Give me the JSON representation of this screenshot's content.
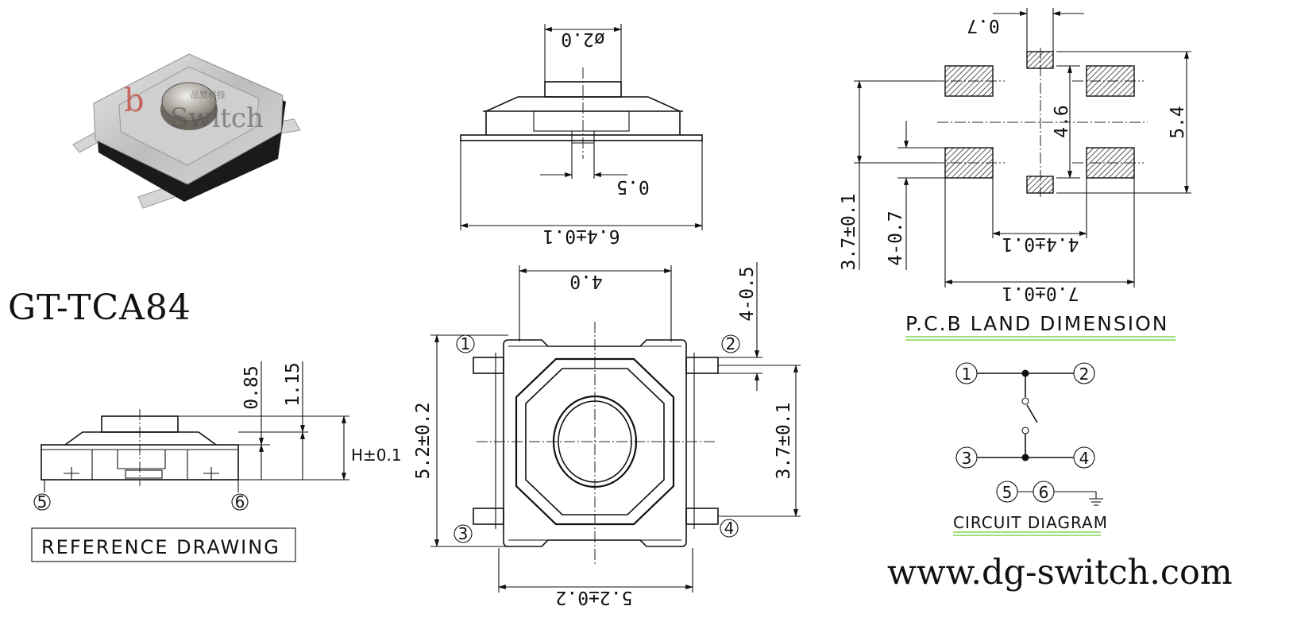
{
  "part_number": "GT-TCA84",
  "website": "www.dg-switch.com",
  "photo": {
    "logo_text": "Switch",
    "logo_cn": "品赞科技",
    "logo_letter": "b"
  },
  "top_view": {
    "stem_dia": "ø2.0",
    "lead_thk": "0.5",
    "overall": "6.4±0.1"
  },
  "front_view": {
    "body_w": "4.0",
    "body_w_tol": "5.2±0.2",
    "body_h": "5.2±0.2",
    "pin_w": "4-0.5",
    "pitch": "3.7±0.1",
    "pin_labels": [
      "1",
      "2",
      "3",
      "4"
    ]
  },
  "reference": {
    "d1": "0.85",
    "d2": "1.15",
    "height": "H±0.1",
    "pin_labels": [
      "5",
      "6"
    ],
    "caption": "REFERENCE DRAWING"
  },
  "pcb": {
    "pad_pitch_top": "0.7",
    "inner_h": "4.6",
    "outer_h": "5.4",
    "pad_spacing": "3.7±0.1",
    "pad_size": "4-0.7",
    "inner_w": "4.4±0.1",
    "outer_w": "7.0±0.1",
    "caption": "P.C.B LAND DIMENSION"
  },
  "circuit": {
    "pin_labels": [
      "1",
      "2",
      "3",
      "4",
      "5",
      "6"
    ],
    "caption": "CIRCUIT DIAGRAM"
  },
  "colors": {
    "ink": "#111111",
    "caption_underline": "#7ed957",
    "metal": "#c9c9c9",
    "body_black": "#1a1a1a"
  }
}
